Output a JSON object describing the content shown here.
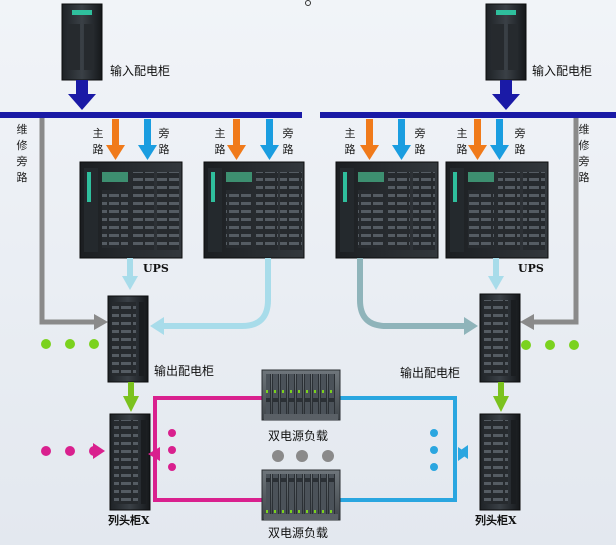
{
  "labels": {
    "input_cabinet": "输入配电柜",
    "main_path": "主路",
    "bypass_path": "旁路",
    "maintenance_bypass": "维修旁路",
    "ups": "UPS",
    "output_cabinet": "输出配电柜",
    "dual_power_load": "双电源负载",
    "row_head_cabinet": "列头柜X"
  },
  "colors": {
    "bus": "#1a1aa6",
    "main_arrow": "#f07a1a",
    "bypass_arrow": "#1a9de0",
    "maint_line": "#8a8a8a",
    "ups_out_left": "#a8dcea",
    "ups_out_right": "#8fb4ba",
    "out_to_rowhead": "#7bc21e",
    "load_left": "#d9208e",
    "load_right": "#2aa6e0",
    "dots_green": "#7bd21e",
    "dots_grey": "#8a8a8a"
  },
  "icons": [
    "input-cabinet-icon",
    "ups-cabinet-icon",
    "output-cabinet-icon",
    "server-chassis-icon",
    "row-head-cabinet-icon"
  ]
}
